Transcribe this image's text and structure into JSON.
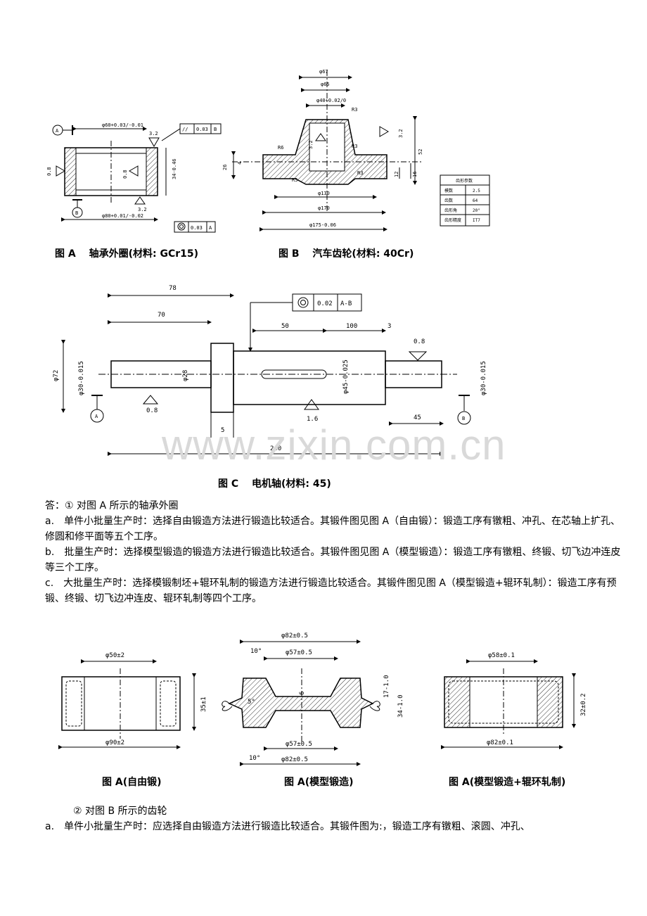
{
  "figA": {
    "label_A": "A",
    "label_B": "B",
    "dim_top": "φ60+0.03/-0.01",
    "dim_bottom": "φ80+0.01/-0.02",
    "dim_right": "34-0.46",
    "rough_1": "3.2",
    "rough_2": "3.2",
    "rough_3": "0.8",
    "rough_4": "0.8",
    "tol_parallel_sym": "//",
    "tol_parallel_val": "0.03",
    "tol_parallel_ref": "B",
    "tol_coax_val": "0.03",
    "tol_coax_ref": "A",
    "caption": "图 A　 轴承外圈(材料: GCr15)"
  },
  "figB": {
    "d67": "φ67",
    "d65": "φ65",
    "d40": "φ40+0.02/0",
    "r3a": "R3",
    "r3b": "R3",
    "r3c": "R3",
    "r6": "R6",
    "r5": "R5",
    "rough_32a": "3.2",
    "rough_32b": "3.2",
    "h52": "52",
    "h26": "26",
    "h4": "4",
    "h12": "12",
    "h16": "16",
    "d130": "φ130",
    "d170": "φ170",
    "d175": "φ175-0.06",
    "caption": "图 B　 汽车齿轮(材料: 40Cr)",
    "table_title": "齿形参数",
    "table_rows": [
      [
        "模数",
        "2.5"
      ],
      [
        "齿数",
        "64"
      ],
      [
        "齿形角",
        "20°"
      ],
      [
        "齿形精度",
        "IT7"
      ]
    ]
  },
  "figC": {
    "d78": "78",
    "d70": "70",
    "d50": "50",
    "d100": "100",
    "d3": "3",
    "d45": "45",
    "d5": "5",
    "d240": "240",
    "phi72": "φ72",
    "phi30a": "φ30-0.015",
    "phi28": "φ28",
    "phi45": "φ45-0.025",
    "phi30b": "φ30-0.015",
    "tol_val": "0.02",
    "tol_ref": "A-B",
    "rough_08a": "0.8",
    "rough_08b": "0.8",
    "rough_16": "1.6",
    "label_A": "A",
    "label_B": "B",
    "caption": "图 C　 电机轴(材料: 45)"
  },
  "watermark": "www.zixin.com.cn",
  "answer": {
    "intro": "答：① 对图 A 所示的轴承外圈",
    "a": "a.　单件小批量生产时：选择自由锻造方法进行锻造比较适合。其锻件图见图 A（自由锻）：锻造工序有镦粗、冲孔、在芯轴上扩孔、修圆和修平面等五个工序。",
    "b": "b.　批量生产时：选择模型锻造的锻造方法进行锻造比较适合。其锻件图见图 A（模型锻造）：锻造工序有镦粗、终锻、切飞边冲连皮等三个工序。",
    "c": "c.　大批量生产时：选择模锻制坯+辊环轧制的锻造方法进行锻造比较适合。其锻件图见图 A（模型锻造+辊环轧制）：锻造工序有预锻、终锻、切飞边冲连皮、辊环轧制等四个工序。"
  },
  "forgings": {
    "f1_top": "φ50±2",
    "f1_bottom": "φ90±2",
    "f1_side": "35±1",
    "f1_caption": "图 A(自由锻)",
    "f2_top1": "φ82±0.5",
    "f2_top2": "φ57±0.5",
    "f2_bot1": "φ57±0.5",
    "f2_bot2": "φ82±0.5",
    "f2_ang1": "10°",
    "f2_ang2": "5°",
    "f2_ang3": "10°",
    "f2_mid": "6",
    "f2_side1": "17-1.0",
    "f2_side2": "34-1.0",
    "f2_caption": "图 A(模型锻造)",
    "f3_top": "φ58±0.1",
    "f3_bottom": "φ82±0.1",
    "f3_side": "32±0.2",
    "f3_caption": "图 A(模型锻造+辊环轧制)"
  },
  "answer2": {
    "intro": "② 对图 B 所示的齿轮",
    "a": "a.　单件小批量生产时：应选择自由锻造方法进行锻造比较适合。其锻件图为:，锻造工序有镦粗、滚圆、冲孔、"
  }
}
